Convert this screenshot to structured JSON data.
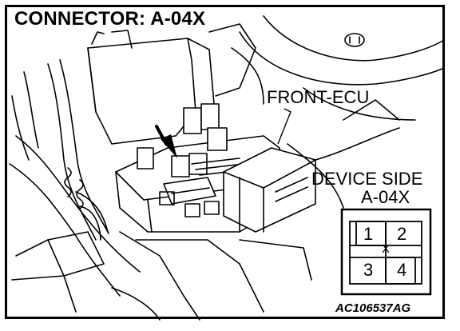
{
  "title": "CONNECTOR: A-04X",
  "labels": {
    "front_ecu": "FRONT-ECU",
    "device_side": "DEVICE SIDE",
    "device_code": "A-04X",
    "reference_code": "AC106537AG"
  },
  "connector": {
    "pins": [
      "1",
      "2",
      "3",
      "4"
    ],
    "center_mark": "X"
  },
  "icons": {
    "pointer": "arrow-icon"
  }
}
